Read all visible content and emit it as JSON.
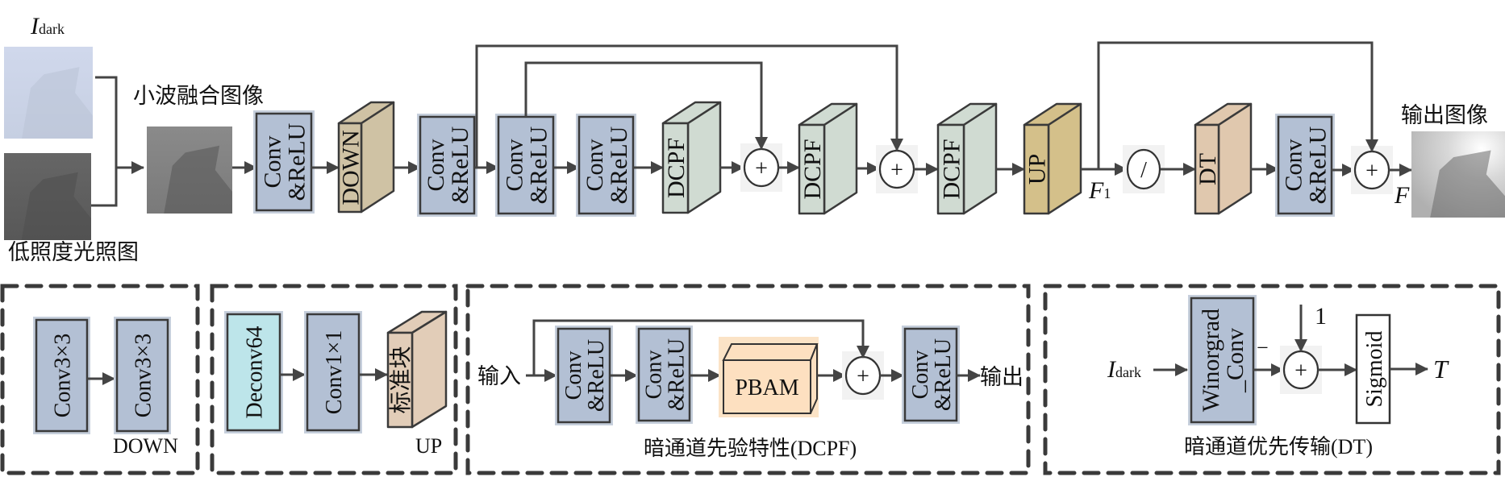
{
  "colors": {
    "conv": "#b3c0d4",
    "conv_halo": "#c6cfdc",
    "down": "#cfc2a4",
    "dcpf": "#d0dbd2",
    "up": "#d4c08a",
    "dt": "#e0c8ae",
    "deconv": "#bde5ea",
    "pbam": "#fde0c0",
    "norm_block": "#e2cdb8",
    "line": "#444444"
  },
  "top": {
    "input_dark_main": "I",
    "input_dark_sub": "dark",
    "wavelet_label": "小波融合图像",
    "lowlight_label": "低照度光照图",
    "output_label": "输出图像",
    "f1_main": "F",
    "f1_sub": "1",
    "f_label": "F",
    "conv_lines": [
      "Conv",
      "&ReLU"
    ],
    "down_label": "DOWN",
    "dcpf_label": "DCPF",
    "up_label": "UP",
    "dt_label": "DT",
    "plus_symbol": "+",
    "divide_symbol": "/"
  },
  "down_panel": {
    "blocks": [
      "Conv3×3",
      "Conv3×3"
    ],
    "caption": "DOWN"
  },
  "up_panel": {
    "deconv": "Deconv64",
    "conv": "Conv1×1",
    "norm_block": "标准块",
    "caption": "UP"
  },
  "dcpf_panel": {
    "input_label": "输入",
    "conv_lines": [
      "Conv",
      "&ReLU"
    ],
    "pbam": "PBAM",
    "output_label": "输出",
    "caption": "暗通道先验特性(DCPF)"
  },
  "dt_panel": {
    "input_main": "I",
    "input_sub": "dark",
    "winograd_lines": [
      "Winorgrad",
      "_Conv"
    ],
    "minus": "−",
    "one": "1",
    "sigmoid": "Sigmoid",
    "output": "T",
    "caption": "暗通道优先传输(DT)"
  }
}
